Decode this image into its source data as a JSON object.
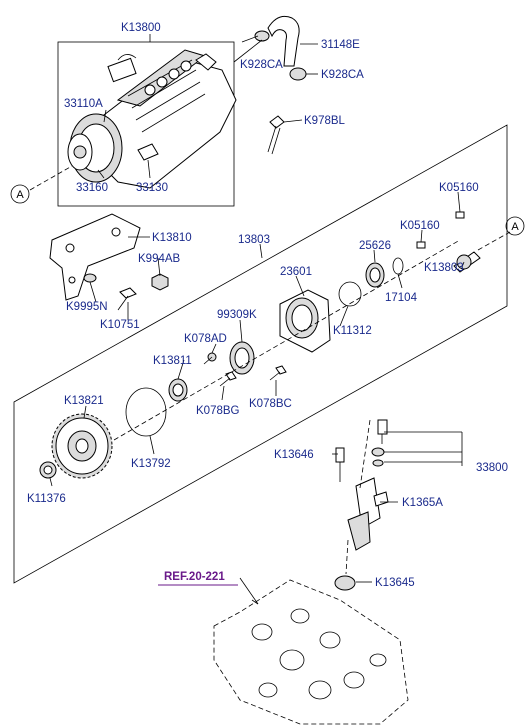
{
  "ref_label": "REF.20-221",
  "circle_marker": "A",
  "labels": {
    "k13800": "K13800",
    "k31148e": "31148E",
    "k928ca_1": "K928CA",
    "k928ca_2": "K928CA",
    "k33110a": "33110A",
    "k978bl": "K978BL",
    "k33160": "33160",
    "k33130": "33130",
    "k05160_1": "K05160",
    "k05160_2": "K05160",
    "k13810": "K13810",
    "k13803_a": "13803",
    "k994ab": "K994AB",
    "k25626": "25626",
    "k13803_b": "K13803",
    "k23601": "23601",
    "k17104": "17104",
    "k9995n": "K9995N",
    "k10751": "K10751",
    "k99309k": "99309K",
    "k11312": "K11312",
    "k078ad": "K078AD",
    "k13811": "K13811",
    "k078bg": "K078BG",
    "k078bc": "K078BC",
    "k13821": "K13821",
    "k13646": "K13646",
    "k33800": "33800",
    "k13792": "K13792",
    "k11376": "K11376",
    "k1365a": "K1365A",
    "k13645": "K13645"
  }
}
